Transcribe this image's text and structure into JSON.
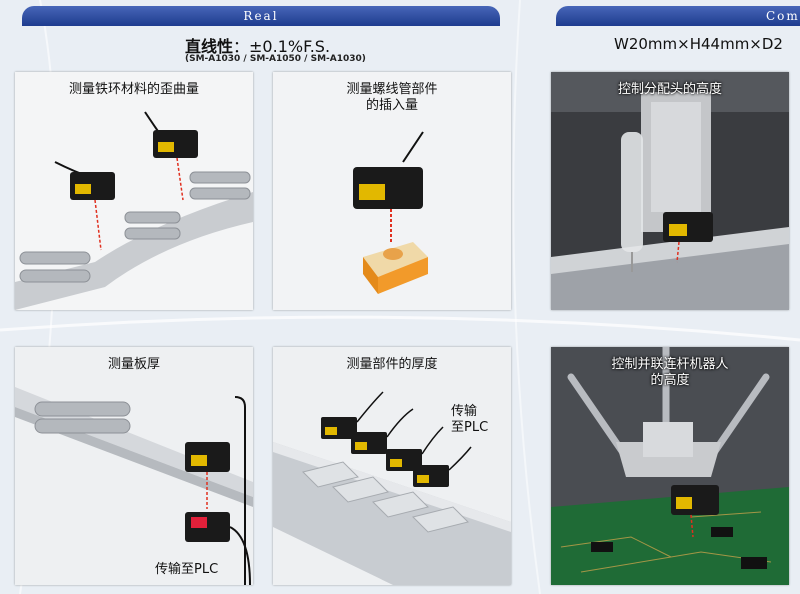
{
  "header": {
    "left_banner": "Real",
    "right_banner": "Com",
    "linearity_label": "直线性",
    "linearity_value": "：±0.1%F.S.",
    "models": "(SM-A1030 / SM-A1050 / SM-A1030)",
    "dimensions": "W20mm×H44mm×D2"
  },
  "panels": [
    {
      "caption": "测量铁环材料的歪曲量"
    },
    {
      "caption": "测量螺线管部件\n的插入量"
    },
    {
      "caption": "控制分配头的高度"
    },
    {
      "caption": "测量板厚",
      "note": "传输至PLC"
    },
    {
      "caption": "测量部件的厚度",
      "note": "传输\n至PLC"
    },
    {
      "caption": "控制并联连杆机器人\n的高度"
    }
  ],
  "colors": {
    "banner": "#2c4a9e",
    "sensor_body": "#1a1a1a",
    "sensor_label": "#e2b800",
    "laser": "#e03020"
  }
}
